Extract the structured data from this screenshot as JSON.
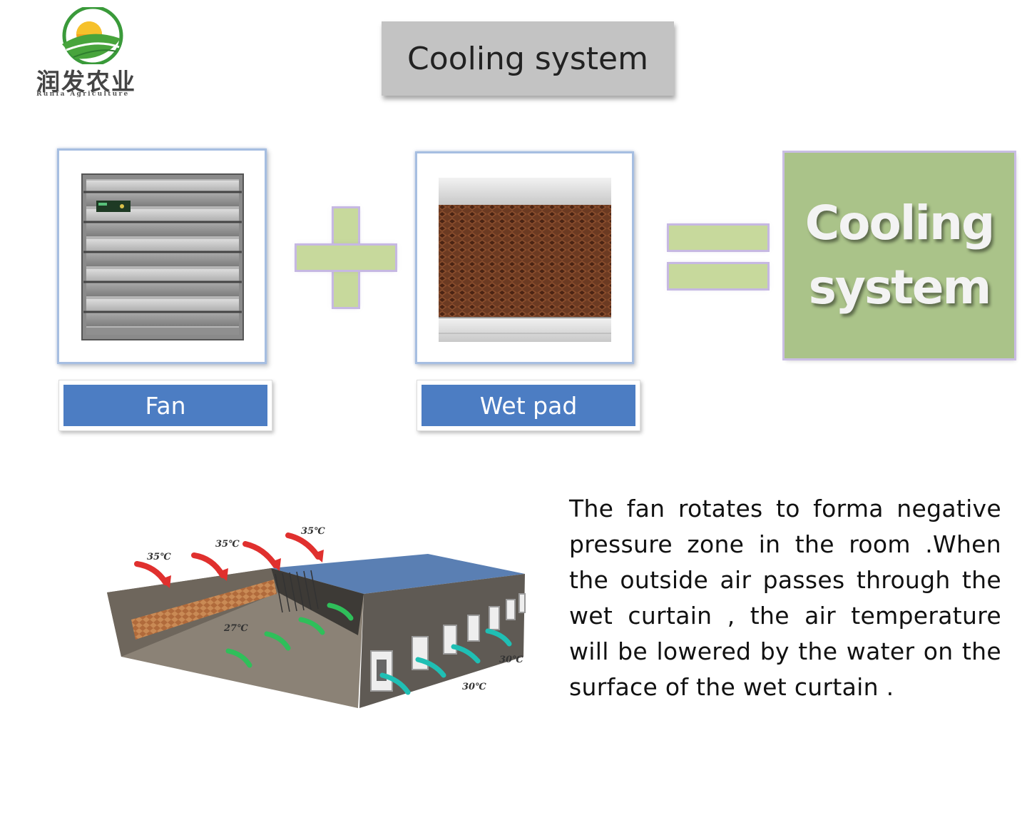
{
  "logo": {
    "name_cn": "润发农业",
    "name_en": "Runfa Agriculture"
  },
  "title": "Cooling system",
  "components": [
    {
      "label": "Fan"
    },
    {
      "label": "Wet pad"
    }
  ],
  "operators": {
    "plus": "+",
    "equals": "="
  },
  "result": {
    "line1": "Cooling",
    "line2": "system"
  },
  "diagram": {
    "temps": [
      "35℃",
      "35℃",
      "35℃",
      "27℃",
      "30℃",
      "30℃"
    ]
  },
  "description": "The fan rotates to forma  negative pressure zone in the  room .When the outside air  passes through the wet curtain , the air temperature will be  lowered by the water on the  surface of the wet curtain .",
  "colors": {
    "title_bg": "#c3c3c3",
    "label_bg": "#4c7dc3",
    "result_bg": "#aac389",
    "operator_fill": "#c7d99c",
    "frame_border": "#a6bee1",
    "hot_arrow": "#e0302e",
    "cool_arrow_green": "#2fbf5a",
    "cool_arrow_teal": "#1fbfb4"
  }
}
